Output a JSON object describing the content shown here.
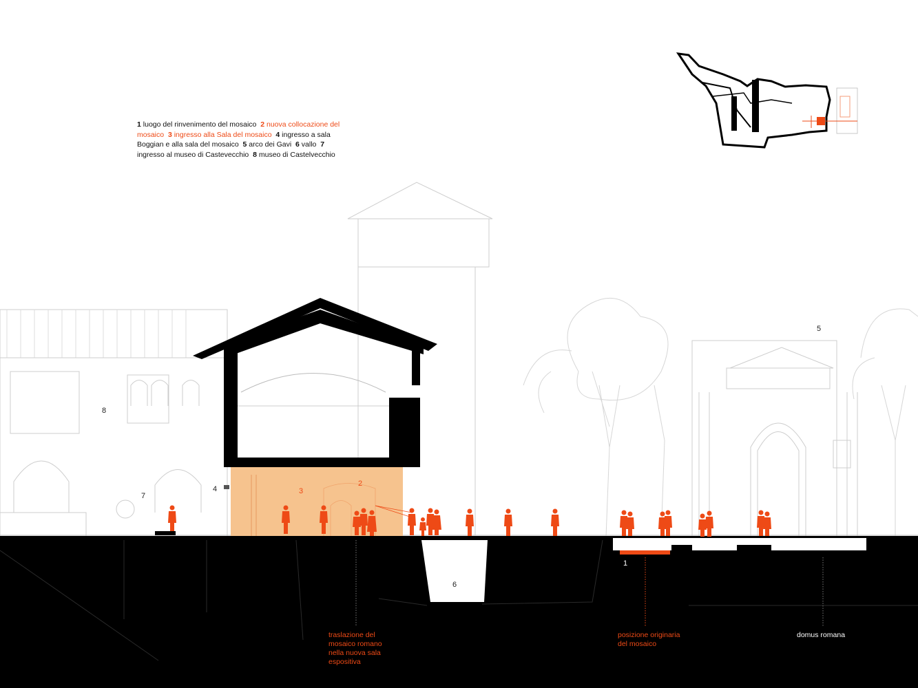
{
  "legend": [
    {
      "n": "1",
      "text": "luogo del rinvenimento del mosaico",
      "highlight": false
    },
    {
      "n": "2",
      "text": "nuova collocazione del mosaico",
      "highlight": true
    },
    {
      "n": "3",
      "text": "ingresso alla Sala del mosaico",
      "highlight": true
    },
    {
      "n": "4",
      "text": "ingresso a sala Boggian e alla sala del mosaico",
      "highlight": false
    },
    {
      "n": "5",
      "text": "arco dei Gavi",
      "highlight": false
    },
    {
      "n": "6",
      "text": "vallo",
      "highlight": false
    },
    {
      "n": "7",
      "text": "ingresso al museo di Castevecchio",
      "highlight": false
    },
    {
      "n": "8",
      "text": "museo di Castelvecchio",
      "highlight": false
    }
  ],
  "markers": {
    "m1": "1",
    "m2": "2",
    "m3": "3",
    "m4": "4",
    "m5": "5",
    "m6": "6",
    "m7": "7",
    "m8": "8"
  },
  "captions": {
    "translation": "traslazione del mosaico romano nella nuova sala espositiva",
    "original_position": "posizione originaria del mosaico",
    "domus": "domus romana"
  },
  "colors": {
    "accent": "#ee4a16",
    "room_fill": "#f6c38e",
    "ground": "#000000",
    "ghost_lines": "#cfcfcf"
  }
}
